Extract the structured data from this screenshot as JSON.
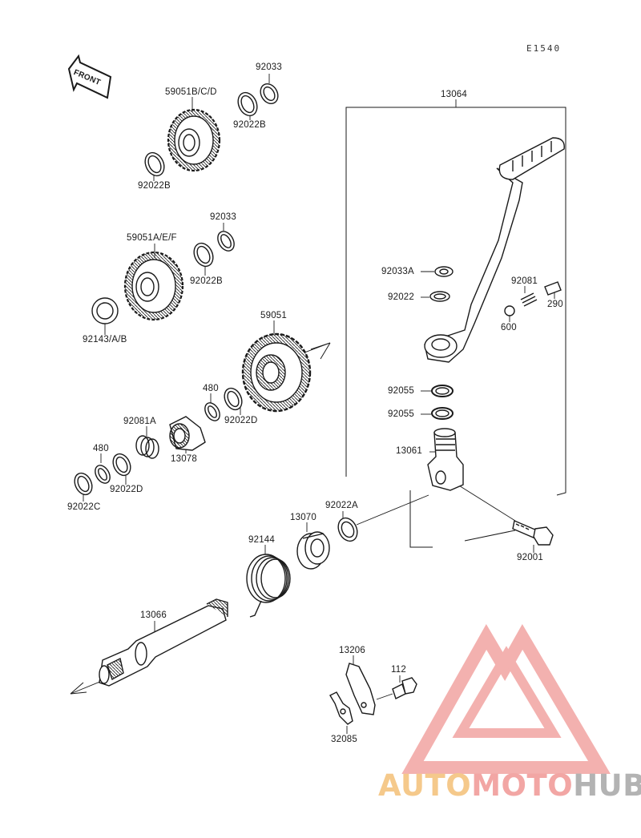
{
  "diagram_code": "E1540",
  "front_arrow_text": "FRONT",
  "watermark": {
    "part1": "AUTO",
    "part2": "MOTO",
    "part3": "HUB"
  },
  "colors": {
    "line": "#1a1a1a",
    "logo_red": "#f2a4a2",
    "logo_orange": "#f5c98b",
    "logo_gray": "#b3b3b3"
  },
  "labels": {
    "p92033_top": "92033",
    "p59051bcd": "59051B/C/D",
    "p92022b_a": "92022B",
    "p92022b_b": "92022B",
    "p92033_mid": "92033",
    "p59051aef": "59051A/E/F",
    "p92022b_c": "92022B",
    "p92143": "92143/A/B",
    "p59051": "59051",
    "p480_a": "480",
    "p92022d_a": "92022D",
    "p92081a": "92081A",
    "p13078": "13078",
    "p480_b": "480",
    "p92022d_b": "92022D",
    "p92022c": "92022C",
    "p13064": "13064",
    "p92033a": "92033A",
    "p92022": "92022",
    "p92081": "92081",
    "p290": "290",
    "p600": "600",
    "p92055_a": "92055",
    "p92055_b": "92055",
    "p13061": "13061",
    "p92022a": "92022A",
    "p13070": "13070",
    "p92144": "92144",
    "p92001": "92001",
    "p13066": "13066",
    "p13206": "13206",
    "p112": "112",
    "p32085": "32085"
  }
}
